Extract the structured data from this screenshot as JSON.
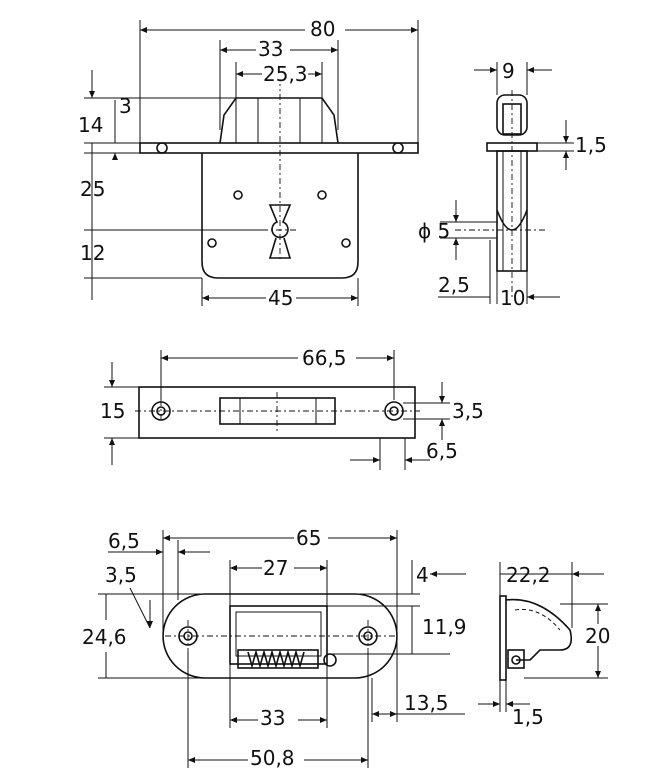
{
  "top_view": {
    "overall_width": "80",
    "top_width": "33",
    "inner_width": "25,3",
    "height_14": "14",
    "height_3": "3",
    "height_25": "25",
    "height_12": "12",
    "bottom_width": "45"
  },
  "side_view": {
    "width": "9",
    "plate_thickness": "1,5",
    "diameter": "ϕ 5",
    "offset": "2,5",
    "depth": "10"
  },
  "strike_plate": {
    "hole_spacing": "66,5",
    "height": "15",
    "hole_dia": "3,5",
    "edge_offset": "6,5"
  },
  "lock_plate": {
    "length": "65",
    "edge_offset": "6,5",
    "inner_width": "27",
    "hole_dia": "3,5",
    "top_gap": "4",
    "height": "24,6",
    "inner_height": "11,9",
    "mid_width": "33",
    "edge_right": "13,5",
    "hole_spacing": "50,8"
  },
  "bolt_side": {
    "depth": "22,2",
    "height": "20",
    "thickness": "1,5"
  }
}
